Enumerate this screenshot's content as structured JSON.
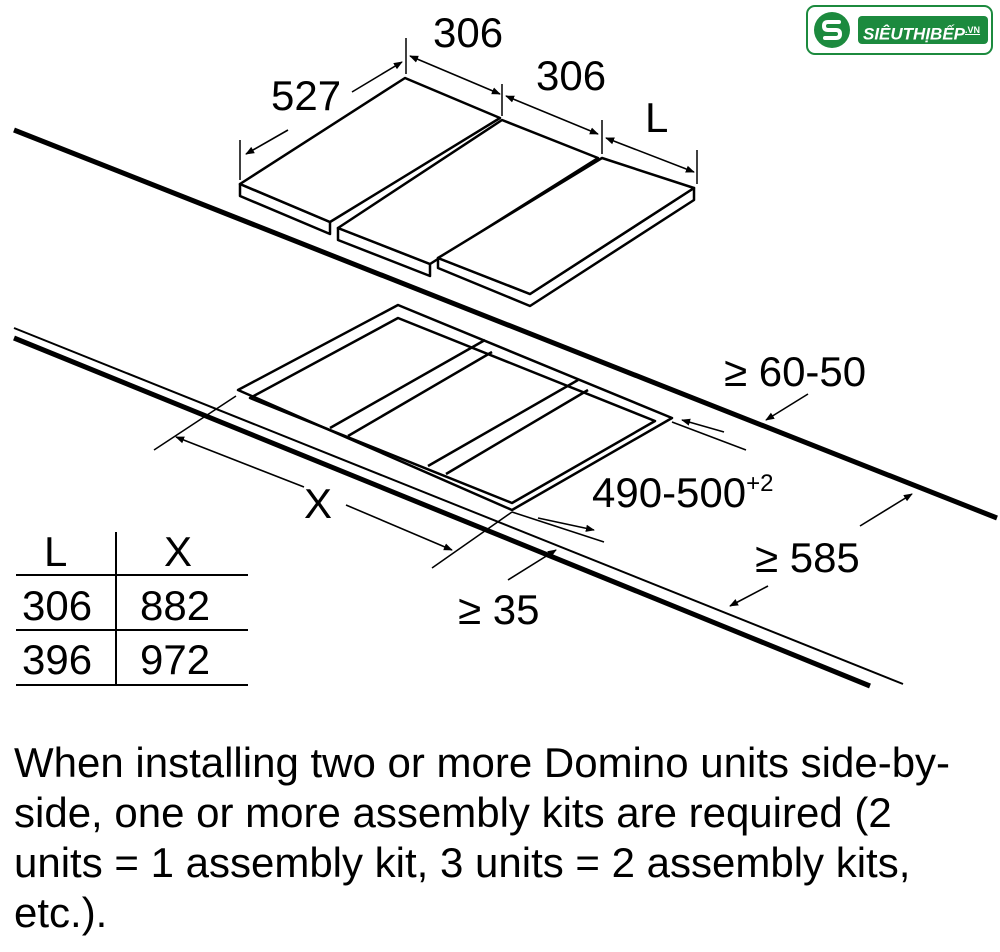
{
  "logo": {
    "brand_text": "SIÊUTHỊBẾP",
    "brand_suffix": ".VN"
  },
  "dimensions": {
    "depth": "527",
    "width_1": "306",
    "width_2": "306",
    "width_L": "L",
    "front_gap": "≥ 60-50",
    "cutout_depth": "490-500",
    "cutout_tolerance": "+2",
    "cutout_width": "X",
    "worktop_depth": "≥ 585",
    "edge_gap": "≥ 35"
  },
  "table": {
    "headers": [
      "L",
      "X"
    ],
    "rows": [
      [
        "306",
        "882"
      ],
      [
        "396",
        "972"
      ]
    ]
  },
  "note": "When installing two or more Domino units side-by-side, one or more assembly kits are required (2 units = 1 assembly kit, 3 units = 2 assembly kits, etc.)."
}
